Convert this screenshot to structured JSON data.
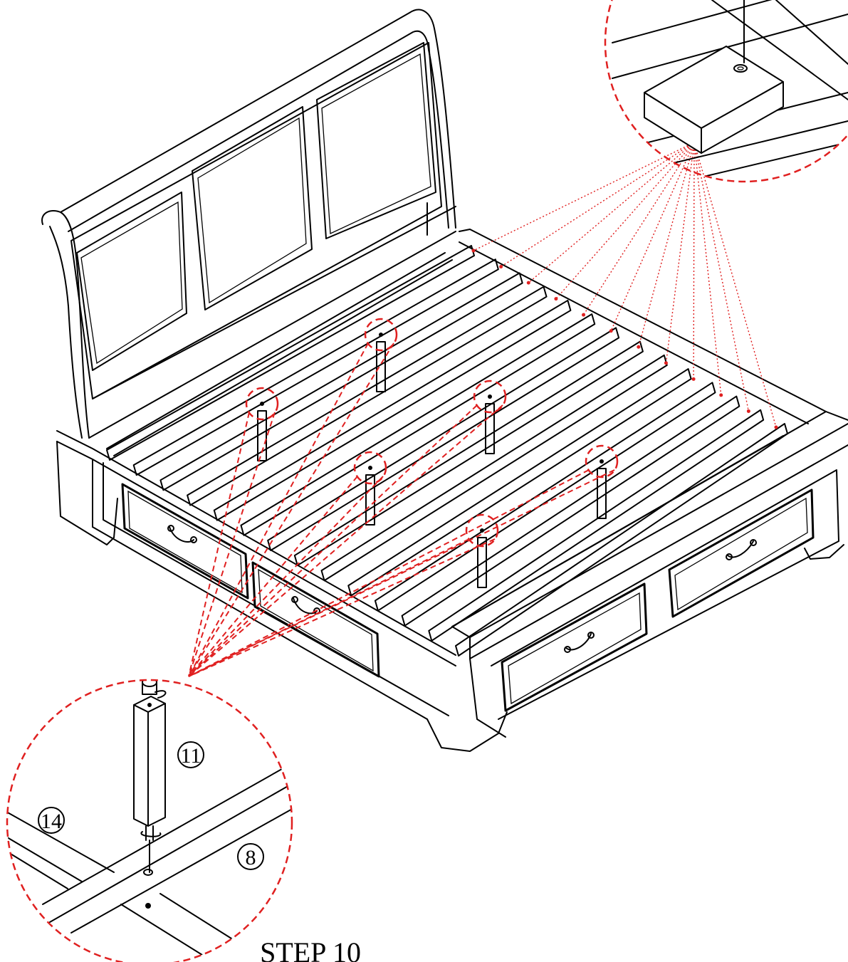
{
  "diagram": {
    "step_title": "STEP 10",
    "part_labels": {
      "leg": "11",
      "slat": "14",
      "center_rail": "8"
    },
    "colors": {
      "line": "#000000",
      "callout": "#e02020",
      "background": "#ffffff"
    },
    "support_leg_count": 6,
    "slat_screw_callouts": 12
  }
}
